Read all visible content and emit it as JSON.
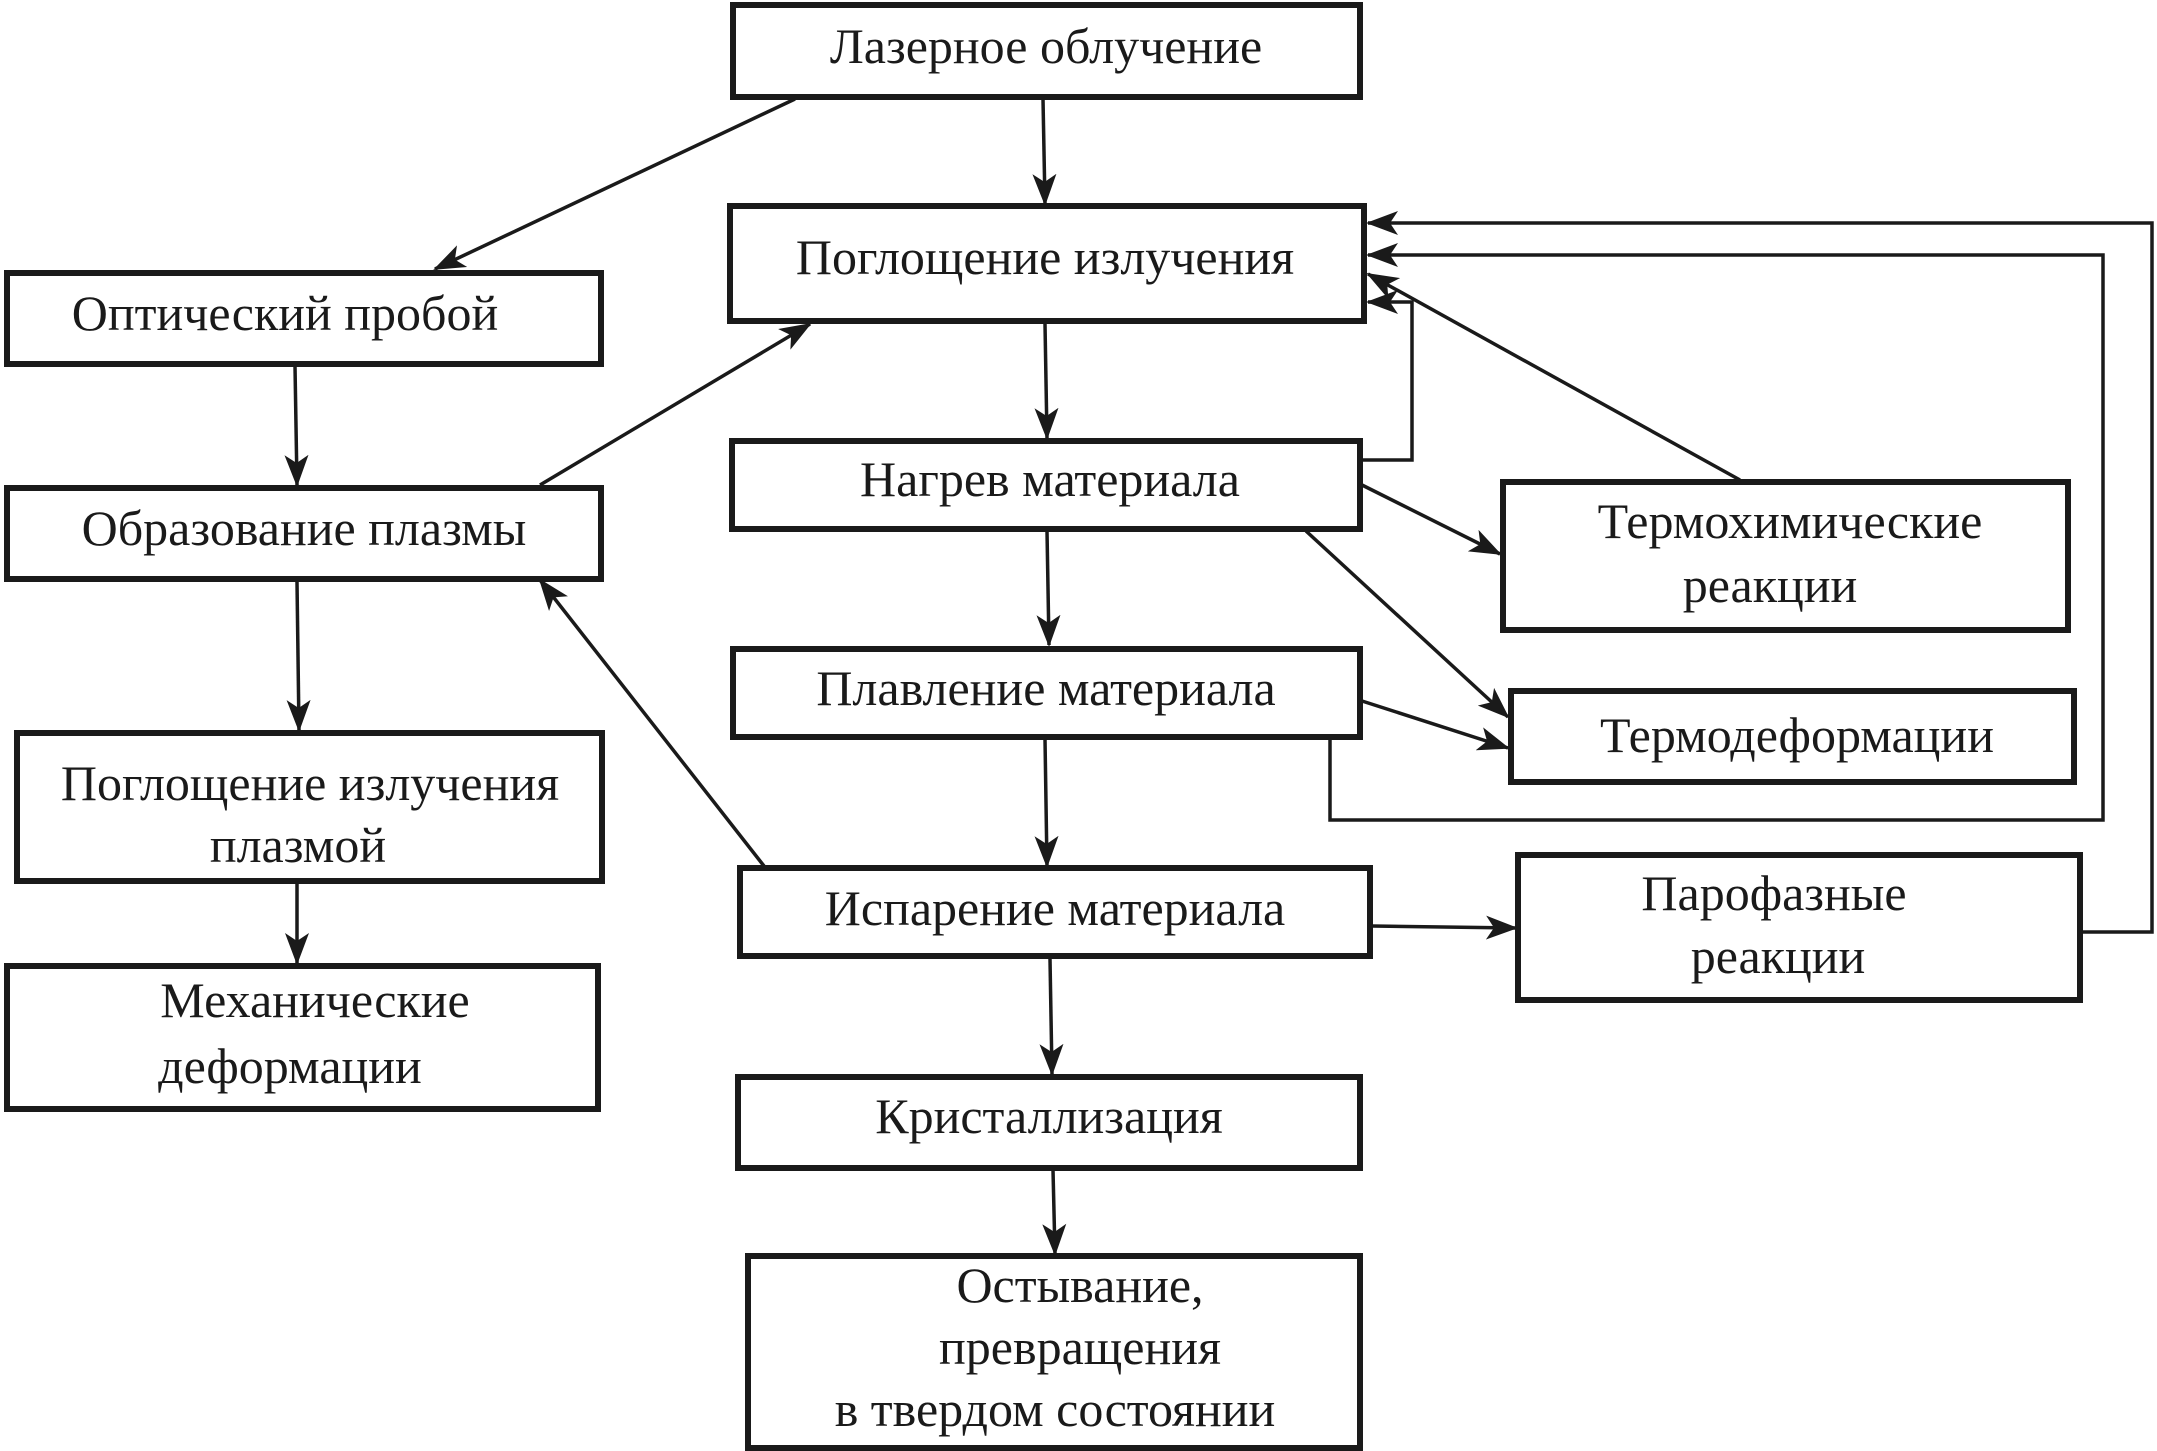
{
  "nodes": {
    "laser": {
      "lines": [
        "Лазерное облучение"
      ]
    },
    "absorb": {
      "lines": [
        "Поглощение излучения"
      ]
    },
    "optical": {
      "lines": [
        "Оптический пробой"
      ]
    },
    "plasma": {
      "lines": [
        "Образование плазмы"
      ]
    },
    "plasmaabs": {
      "lines": [
        "Поглощение излучения",
        "плазмой"
      ]
    },
    "mech": {
      "lines": [
        "Механические",
        "деформации"
      ]
    },
    "heat": {
      "lines": [
        "Нагрев материала"
      ]
    },
    "thermochem": {
      "lines": [
        "Термохимические",
        "реакции"
      ]
    },
    "melt": {
      "lines": [
        "Плавление материала"
      ]
    },
    "thermodef": {
      "lines": [
        "Термодеформации"
      ]
    },
    "evap": {
      "lines": [
        "Испарение материала"
      ]
    },
    "vapor": {
      "lines": [
        "Парофазные",
        "реакции"
      ]
    },
    "cryst": {
      "lines": [
        "Кристаллизация"
      ]
    },
    "cool": {
      "lines": [
        "Остывание,",
        "превращения",
        "в твердом состоянии"
      ]
    }
  }
}
